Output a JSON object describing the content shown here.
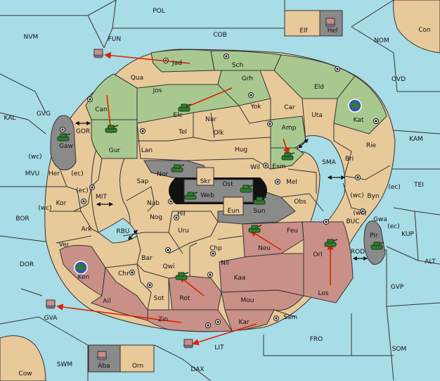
{
  "colors": {
    "sea": "#a8dce6",
    "neutral": "#e8c99a",
    "green": "#a8c890",
    "red": "#c99088",
    "gray": "#8a8a8a",
    "black": "#111111",
    "outline": "#333333",
    "arrow": "#dd2200"
  },
  "sea_labels": [
    {
      "name": "label-pol",
      "text": "POL"
    },
    {
      "name": "label-nvm",
      "text": "NVM"
    },
    {
      "name": "label-fun",
      "text": "FUN"
    },
    {
      "name": "label-cob",
      "text": "COB"
    },
    {
      "name": "label-nom",
      "text": "NOM"
    },
    {
      "name": "label-con",
      "text": "Con"
    },
    {
      "name": "label-ovd",
      "text": "OVD"
    },
    {
      "name": "label-kal",
      "text": "KAL"
    },
    {
      "name": "label-gvg",
      "text": "GVG"
    },
    {
      "name": "label-gor",
      "text": "GOR"
    },
    {
      "name": "label-kam",
      "text": "KAM"
    },
    {
      "name": "label-sma",
      "text": "SMA"
    },
    {
      "name": "label-mvu",
      "text": "MVU"
    },
    {
      "name": "label-tei",
      "text": "TEI"
    },
    {
      "name": "label-mit",
      "text": "MIT"
    },
    {
      "name": "label-bor",
      "text": "BOR"
    },
    {
      "name": "label-rbu",
      "text": "RBU"
    },
    {
      "name": "label-buc",
      "text": "BUC"
    },
    {
      "name": "label-kup",
      "text": "KUP"
    },
    {
      "name": "label-rod",
      "text": "ROD"
    },
    {
      "name": "label-dor",
      "text": "DOR"
    },
    {
      "name": "label-alt",
      "text": "ALT"
    },
    {
      "name": "label-gvp",
      "text": "GVP"
    },
    {
      "name": "label-gva",
      "text": "GVA"
    },
    {
      "name": "label-fro",
      "text": "FRO"
    },
    {
      "name": "label-som",
      "text": "SOM"
    },
    {
      "name": "label-lit",
      "text": "LIT"
    },
    {
      "name": "label-swm",
      "text": "SWM"
    },
    {
      "name": "label-dax",
      "text": "DAX"
    },
    {
      "name": "label-cow",
      "text": "Cow"
    }
  ],
  "land_labels": [
    {
      "name": "label-elf",
      "text": "Elf"
    },
    {
      "name": "label-hel",
      "text": "Hel"
    },
    {
      "name": "label-jad",
      "text": "Jad"
    },
    {
      "name": "label-sch",
      "text": "Sch"
    },
    {
      "name": "label-qua",
      "text": "Qua"
    },
    {
      "name": "label-jos",
      "text": "Jos"
    },
    {
      "name": "label-grh",
      "text": "Grh"
    },
    {
      "name": "label-eld",
      "text": "Eld"
    },
    {
      "name": "label-can",
      "text": "Can"
    },
    {
      "name": "label-elc",
      "text": "Elc"
    },
    {
      "name": "label-nar",
      "text": "Nar"
    },
    {
      "name": "label-yok",
      "text": "Yok"
    },
    {
      "name": "label-car",
      "text": "Car"
    },
    {
      "name": "label-uta",
      "text": "Uta"
    },
    {
      "name": "label-kat",
      "text": "Kat"
    },
    {
      "name": "label-gaw",
      "text": "Gaw"
    },
    {
      "name": "label-tel",
      "text": "Tel"
    },
    {
      "name": "label-olk",
      "text": "Olk"
    },
    {
      "name": "label-amp",
      "text": "Amp"
    },
    {
      "name": "label-gur",
      "text": "Gur"
    },
    {
      "name": "label-lan",
      "text": "Lan"
    },
    {
      "name": "label-hug",
      "text": "Hug"
    },
    {
      "name": "label-rie",
      "text": "Rie"
    },
    {
      "name": "label-bri",
      "text": "Bri"
    },
    {
      "name": "label-esm",
      "text": "Esm"
    },
    {
      "name": "label-wil",
      "text": "Wil"
    },
    {
      "name": "label-wc1",
      "text": "(wc)"
    },
    {
      "name": "label-her",
      "text": "Her"
    },
    {
      "name": "label-ec1",
      "text": "(ec)"
    },
    {
      "name": "label-nor",
      "text": "Nor"
    },
    {
      "name": "label-skr",
      "text": "Skr"
    },
    {
      "name": "label-mel",
      "text": "Mel"
    },
    {
      "name": "label-sap",
      "text": "Sap"
    },
    {
      "name": "label-ost",
      "text": "Ost"
    },
    {
      "name": "label-web",
      "text": "Web"
    },
    {
      "name": "label-ec2",
      "text": "(ec)"
    },
    {
      "name": "label-ec3",
      "text": "(ec)"
    },
    {
      "name": "label-wc2",
      "text": "(wc)"
    },
    {
      "name": "label-byn",
      "text": "Byn"
    },
    {
      "name": "label-kor",
      "text": "Kor"
    },
    {
      "name": "label-nab",
      "text": "Nab"
    },
    {
      "name": "label-obs",
      "text": "Obs"
    },
    {
      "name": "label-wc3",
      "text": "(wc)"
    },
    {
      "name": "label-eun",
      "text": "Eun"
    },
    {
      "name": "label-sun",
      "text": "Sun"
    },
    {
      "name": "label-hil",
      "text": "Hil"
    },
    {
      "name": "label-wc4",
      "text": "(wc)"
    },
    {
      "name": "label-gwa",
      "text": "Gwa"
    },
    {
      "name": "label-nog",
      "text": "Nog"
    },
    {
      "name": "label-ec4",
      "text": "(ec)"
    },
    {
      "name": "label-ark",
      "text": "Ark"
    },
    {
      "name": "label-uru",
      "text": "Uru"
    },
    {
      "name": "label-feu",
      "text": "Feu"
    },
    {
      "name": "label-pir",
      "text": "Pir"
    },
    {
      "name": "label-orl",
      "text": "Orl"
    },
    {
      "name": "label-ver",
      "text": "Ver"
    },
    {
      "name": "label-chp",
      "text": "Chp"
    },
    {
      "name": "label-neu",
      "text": "Neu"
    },
    {
      "name": "label-bar",
      "text": "Bar"
    },
    {
      "name": "label-qwi",
      "text": "Qwi"
    },
    {
      "name": "label-nil",
      "text": "Nil"
    },
    {
      "name": "label-chr",
      "text": "Chr"
    },
    {
      "name": "label-ken",
      "text": "Ken"
    },
    {
      "name": "label-kaa",
      "text": "Kaa"
    },
    {
      "name": "label-rot",
      "text": "Rot"
    },
    {
      "name": "label-los",
      "text": "Los"
    },
    {
      "name": "label-ail",
      "text": "Ail"
    },
    {
      "name": "label-sot",
      "text": "Sot"
    },
    {
      "name": "label-mou",
      "text": "Mou"
    },
    {
      "name": "label-sam",
      "text": "Sam"
    },
    {
      "name": "label-zin",
      "text": "Zin"
    },
    {
      "name": "label-kar",
      "text": "Kar"
    },
    {
      "name": "label-aba",
      "text": "Aba"
    },
    {
      "name": "label-orn",
      "text": "Orn"
    }
  ],
  "units": [
    {
      "name": "army-grh",
      "type": "army",
      "color": "#2f7d2f"
    },
    {
      "name": "army-gaw",
      "type": "army",
      "color": "#2f7d2f"
    },
    {
      "name": "army-gur",
      "type": "army",
      "color": "#2f7d2f"
    },
    {
      "name": "army-esm",
      "type": "army",
      "color": "#2f7d2f"
    },
    {
      "name": "army-nor",
      "type": "army",
      "color": "#2f7d2f"
    },
    {
      "name": "army-web",
      "type": "army",
      "color": "#2f7d2f"
    },
    {
      "name": "army-ost",
      "type": "army",
      "color": "#2f7d2f"
    },
    {
      "name": "army-sun",
      "type": "army",
      "color": "#2f7d2f"
    },
    {
      "name": "army-feu",
      "type": "army",
      "color": "#2f7d2f"
    },
    {
      "name": "army-orl",
      "type": "army",
      "color": "#2f7d2f"
    },
    {
      "name": "army-pir",
      "type": "army",
      "color": "#2f7d2f"
    },
    {
      "name": "army-qwi",
      "type": "army",
      "color": "#2f7d2f"
    },
    {
      "name": "fleet-kat",
      "type": "fleet",
      "color": "#3355aa"
    },
    {
      "name": "fleet-ken",
      "type": "fleet",
      "color": "#3355aa"
    },
    {
      "name": "fleet-fun",
      "type": "ship",
      "color": "#7a6a8a"
    },
    {
      "name": "fleet-hel",
      "type": "ship",
      "color": "#7a6a8a"
    },
    {
      "name": "fleet-aba",
      "type": "ship",
      "color": "#7a6a8a"
    },
    {
      "name": "fleet-gva",
      "type": "ship",
      "color": "#7a6a8a"
    },
    {
      "name": "fleet-lit",
      "type": "ship",
      "color": "#7a6a8a"
    }
  ]
}
